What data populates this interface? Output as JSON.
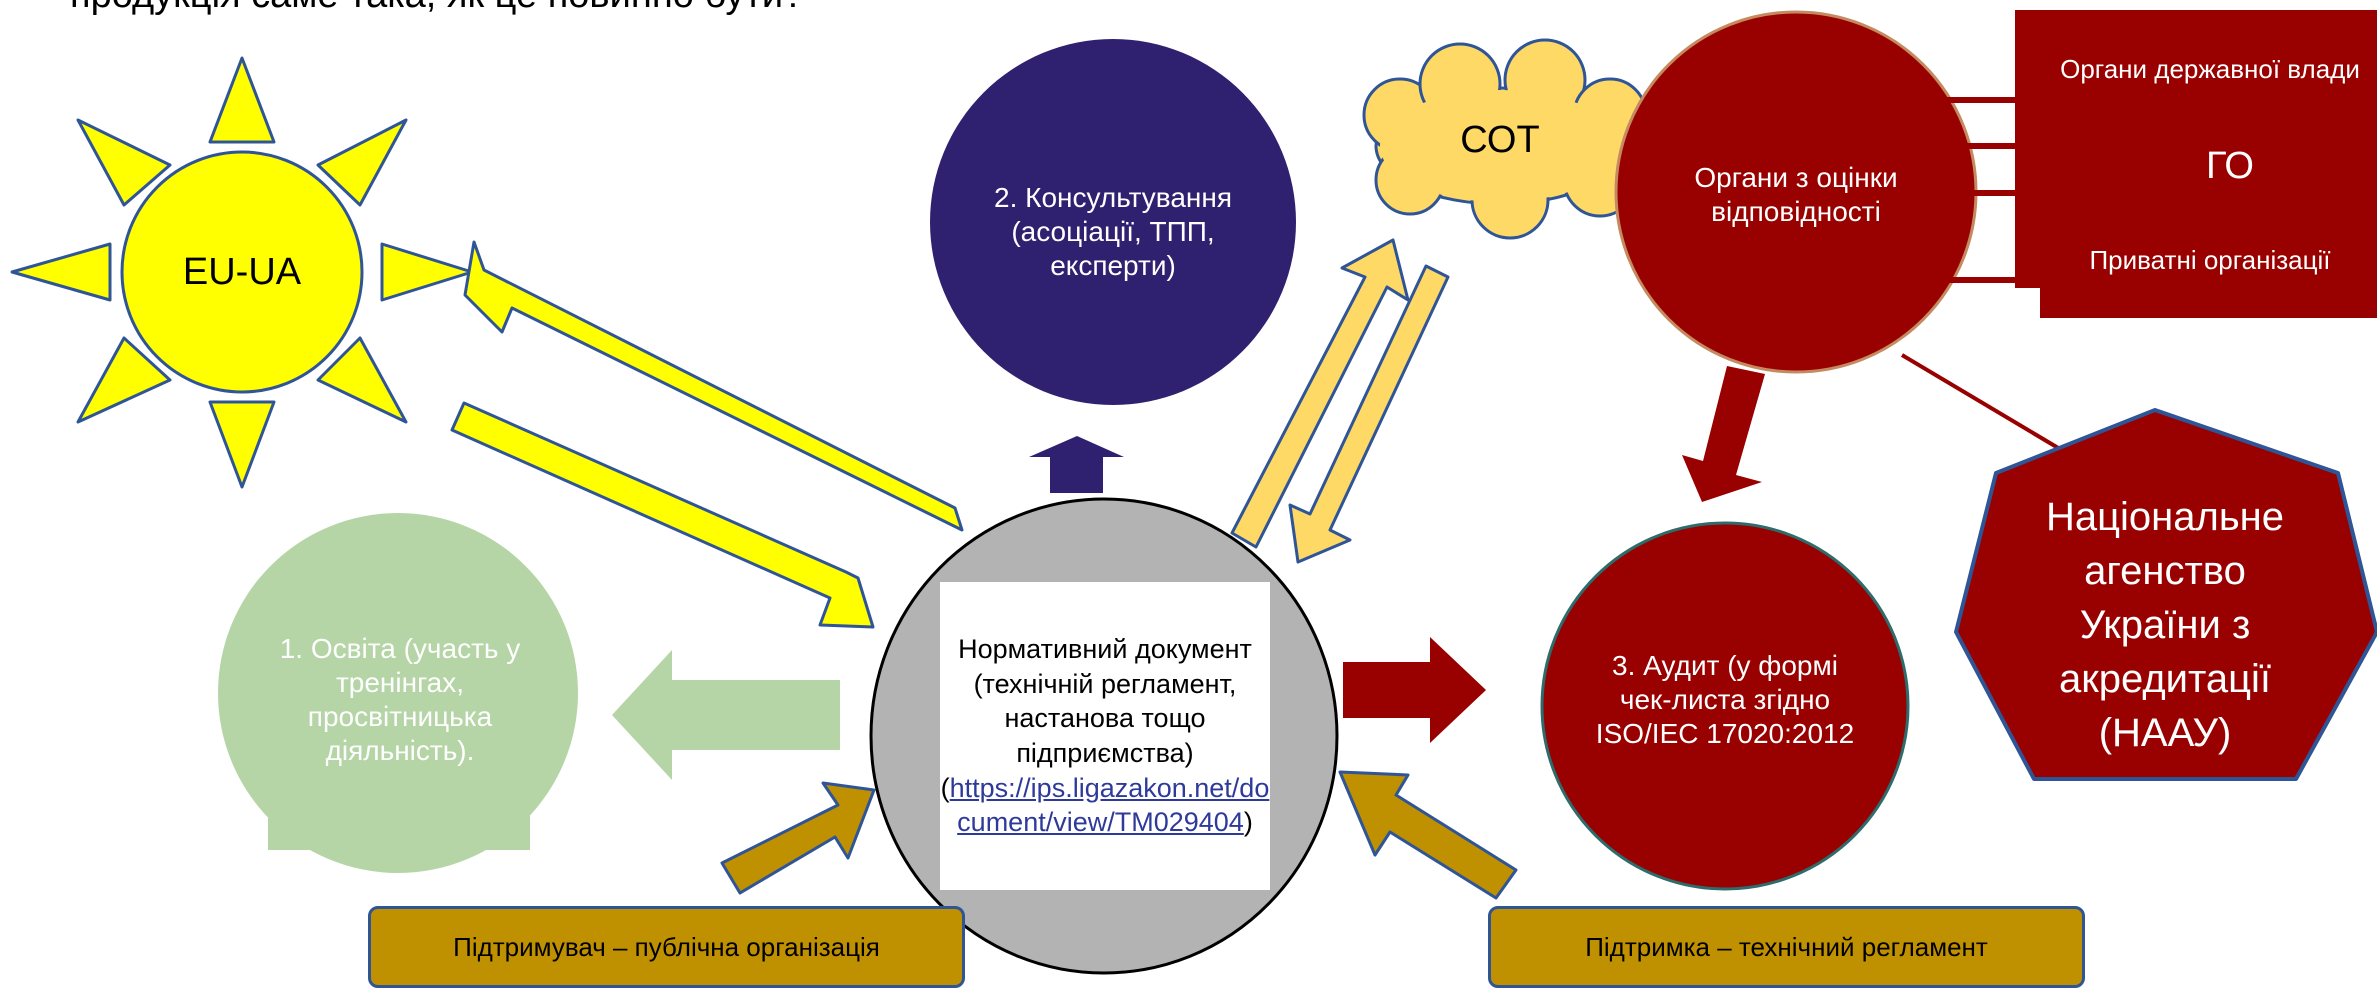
{
  "heading": "продукція саме така, як це повинно бути?",
  "sun": {
    "label": "EU-UA"
  },
  "education": {
    "label": "1. Освіта (участь у тренінгах, просвітницька діяльність)."
  },
  "consulting": {
    "label": "2. Консультування (асоціації, ТПП, експерти)"
  },
  "cot": {
    "label": "СОТ"
  },
  "conformity_bodies": {
    "label": "Органи з оцінки відповідності"
  },
  "authority_panel": {
    "gov_bodies": "Органи державної влади",
    "ngo": "ГО",
    "private": "Приватні організації"
  },
  "audit": {
    "label": "3. Аудит (у формі чек-листа згідно ISO/IEC 17020:2012"
  },
  "naau": {
    "label": "Національне агенство України з акредитації (НААУ)"
  },
  "document": {
    "text": "Нормативний документ (технічній регламент, настанова тощо підприємства)",
    "link_open": "(",
    "link": "https://ips.ligazakon.net/document/view/TM029404",
    "link_close": ")"
  },
  "supporter_public": {
    "label": "Підтримувач – публічна організація"
  },
  "supporter_tech": {
    "label": "Підтримка – технічний регламент"
  },
  "colors": {
    "yellow": "#ffff00",
    "light_yellow": "#ffd966",
    "navy": "#302070",
    "dark_red": "#990000",
    "light_green": "#b5d5a6",
    "gold": "#bf9000",
    "grey": "#b3b3b3",
    "outline": "#2f5597"
  }
}
